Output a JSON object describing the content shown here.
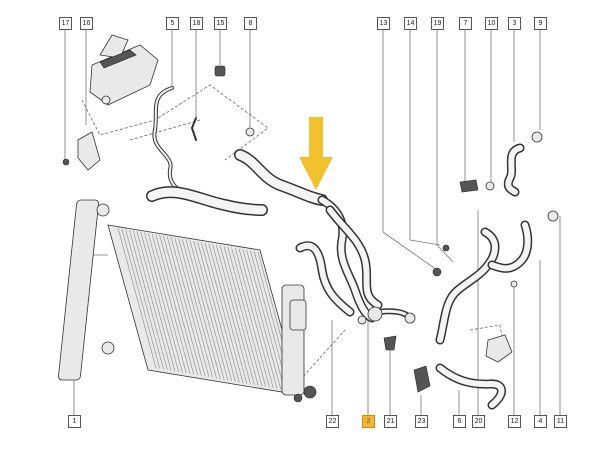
{
  "accent_color": "#f2c12e",
  "highlight_color": "#f2b535",
  "callouts": {
    "c1": "1",
    "c2": "2",
    "c3": "3",
    "c4": "4",
    "c5": "5",
    "c6": "6",
    "c7": "7",
    "c8": "8",
    "c9": "9",
    "c10": "10",
    "c11": "11",
    "c12": "12",
    "c13": "13",
    "c14": "14",
    "c15": "15",
    "c16": "16",
    "c17": "17",
    "c18": "18",
    "c19": "19",
    "c20": "20",
    "c21": "21",
    "c22": "22",
    "c23": "23"
  },
  "highlighted_callout": "2",
  "pointer_icon": "arrow-down-icon"
}
